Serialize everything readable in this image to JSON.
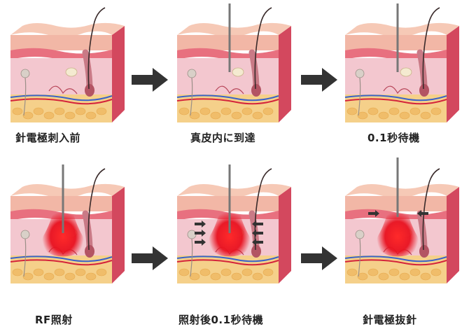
{
  "steps": [
    {
      "label": "針電極刺入前",
      "needle": "none",
      "rf": false,
      "arrows": "none"
    },
    {
      "label": "真皮内に到達",
      "needle": "inserted",
      "rf": false,
      "arrows": "none"
    },
    {
      "label": "0.1秒待機",
      "needle": "inserted",
      "rf": false,
      "arrows": "none"
    },
    {
      "label": "RF照射",
      "needle": "inserted",
      "rf": true,
      "arrows": "none"
    },
    {
      "label": "照射後0.1秒待機",
      "needle": "inserted",
      "rf": true,
      "arrows": "inward-many"
    },
    {
      "label": "針電極抜針",
      "needle": "withdrawing",
      "rf": true,
      "arrows": "inward-top"
    }
  ],
  "colors": {
    "epidermis": "#f2b7a6",
    "dermis_top": "#e8707f",
    "dermis": "#f3c7cf",
    "fat": "#f5d08a",
    "side": "#d3485e",
    "rf_red": "#e8101e",
    "needle": "#777777",
    "flow_arrow": "#333333"
  }
}
